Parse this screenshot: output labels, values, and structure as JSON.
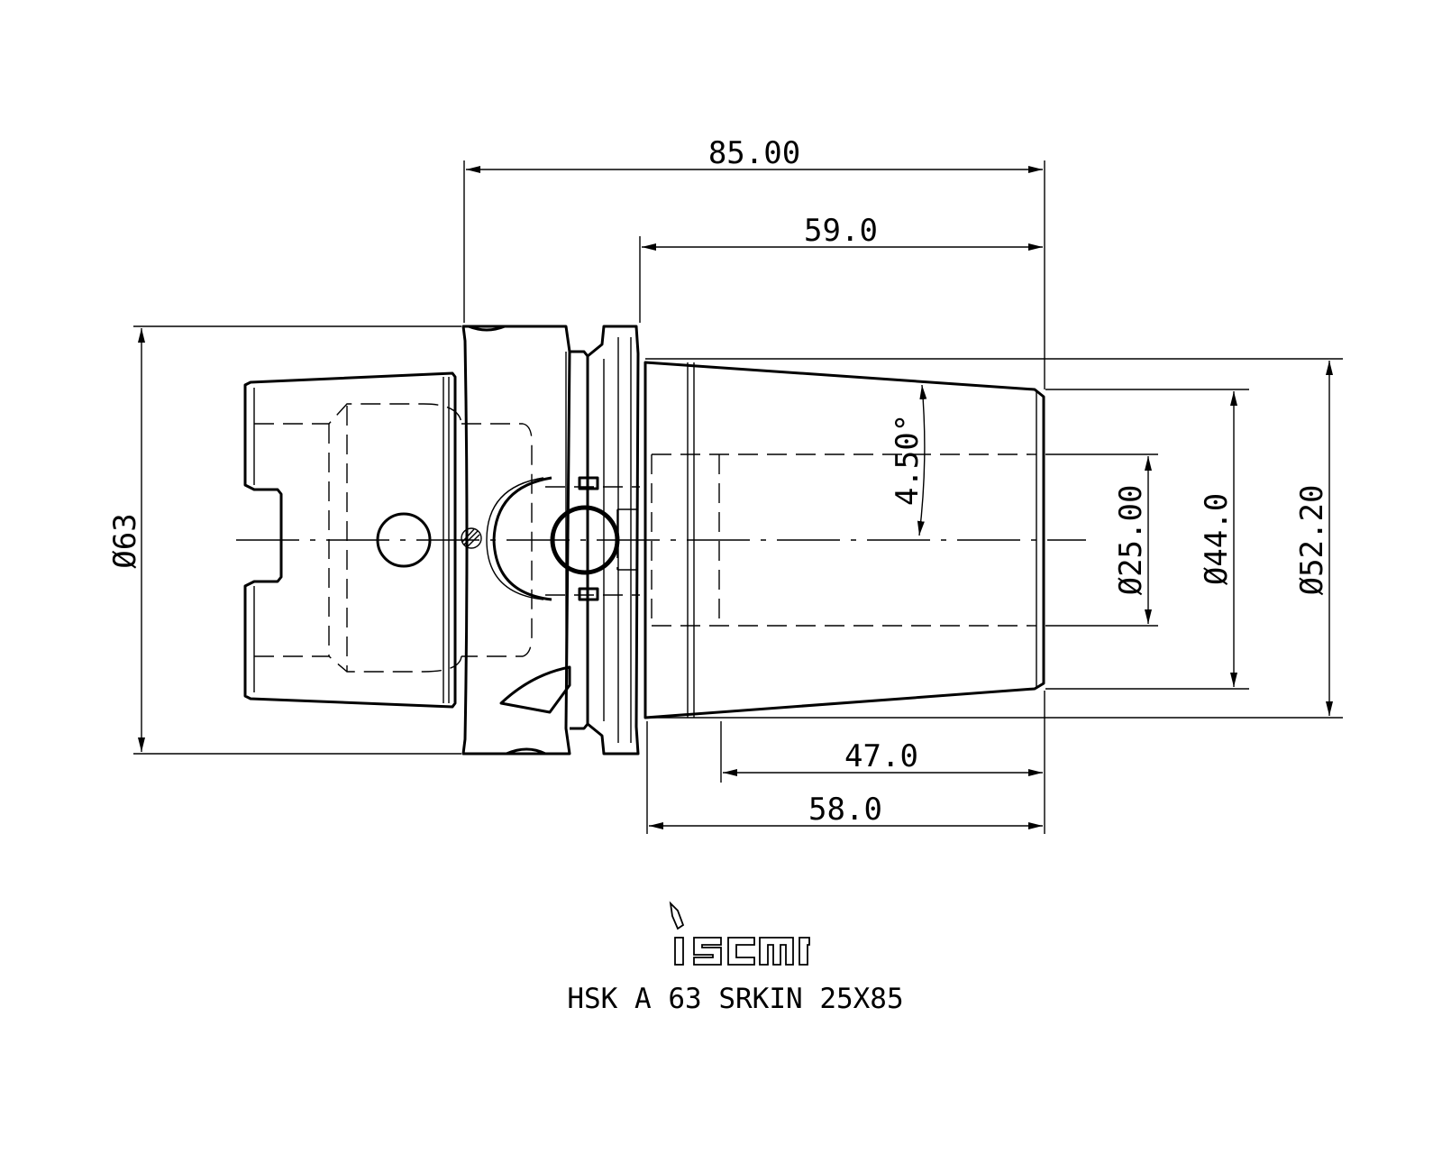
{
  "drawing": {
    "dimensions": {
      "overall_length": "85.00",
      "gauge_to_end": "59.0",
      "taper_length": "47.0",
      "body_length": "58.0",
      "flange_diameter": "Ø63",
      "bore_diameter": "Ø25.00",
      "front_diameter": "Ø44.0",
      "rear_diameter": "Ø52.20",
      "taper_angle": "4.50°"
    },
    "logo_text": "iscar",
    "part_name": "HSK A 63 SRKIN 25X85"
  }
}
